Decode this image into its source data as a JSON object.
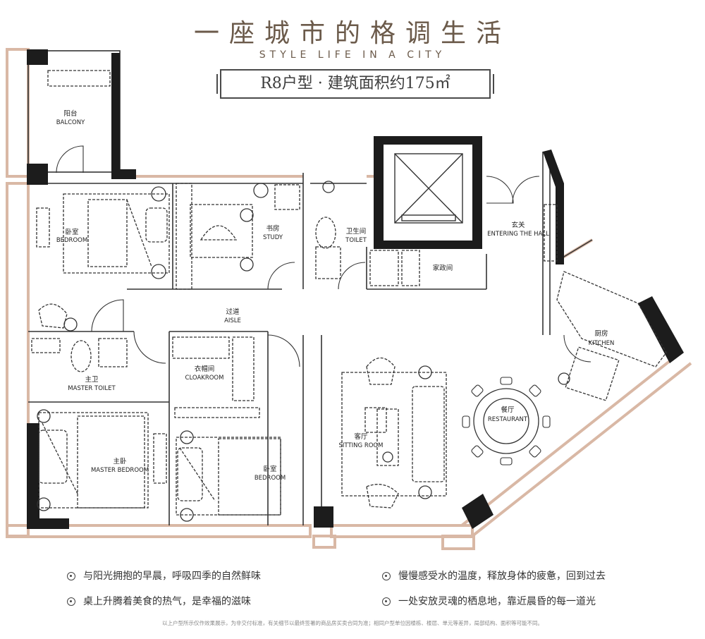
{
  "header": {
    "title_cn": "一座城市的格调生活",
    "title_en": "STYLE LIFE IN A CITY",
    "unit_badge": "R8户型 · 建筑面积约175㎡"
  },
  "rooms": {
    "balcony": {
      "cn": "阳台",
      "en": "BALCONY"
    },
    "bedroom_nw": {
      "cn": "卧室",
      "en": "BEDROOM"
    },
    "study": {
      "cn": "书房",
      "en": "STUDY"
    },
    "toilet": {
      "cn": "卫生间",
      "en": "TOILET"
    },
    "housekeeping": {
      "cn": "家政间",
      "en": ""
    },
    "entrance": {
      "cn": "玄关",
      "en": "ENTERING THE HALL"
    },
    "aisle": {
      "cn": "过道",
      "en": "AISLE"
    },
    "master_toilet": {
      "cn": "主卫",
      "en": "MASTER TOILET"
    },
    "cloakroom": {
      "cn": "衣帽间",
      "en": "CLOAKROOM"
    },
    "kitchen": {
      "cn": "厨房",
      "en": "KITCHEN"
    },
    "sitting_room": {
      "cn": "客厅",
      "en": "SITTING ROOM"
    },
    "restaurant": {
      "cn": "餐厅",
      "en": "RESTAURANT"
    },
    "master_bedroom": {
      "cn": "主卧",
      "en": "MASTER BEDROOM"
    },
    "bedroom_s": {
      "cn": "卧室",
      "en": "BEDROOM"
    }
  },
  "features": [
    "与阳光拥抱的早晨，呼吸四季的自然鲜味",
    "慢慢感受水的温度，释放身体的疲惫，回到过去",
    "桌上升腾着美食的热气，是幸福的滋味",
    "一处安放灵魂的栖息地，靠近晨昏的每一道光"
  ],
  "disclaimer": "以上户型所示仅作效果展示，为非交付标准，有关细节以最终签署的商品房买卖合同为准；相同户型单位因楼栋、楼层、单元等差异，局部结构、面积等可能不同。",
  "colors": {
    "wall": "#1c1c1c",
    "window_frame": "#d9b8a5",
    "title": "#6b5a4a",
    "line": "#333333"
  }
}
